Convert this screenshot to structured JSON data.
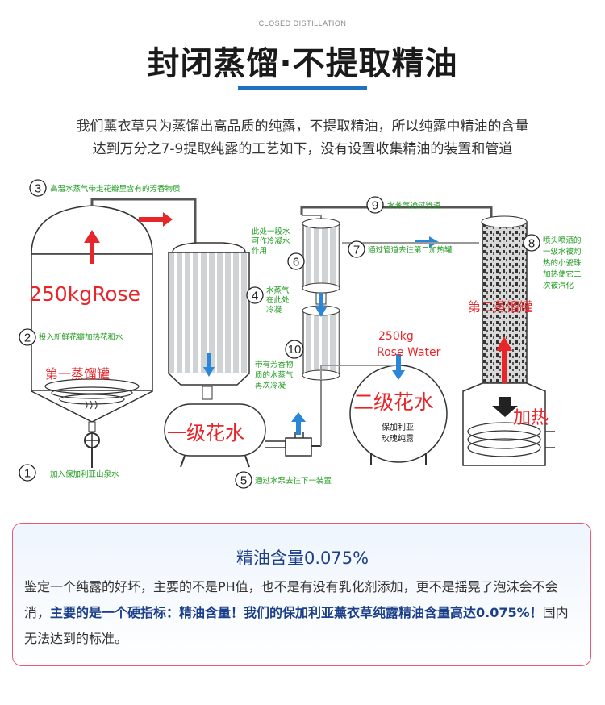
{
  "header": {
    "subtitle_en": "CLOSED DISTILLATION",
    "title": "封闭蒸馏·不提取精油",
    "intro_line1": "我们薰衣草只为蒸馏出高品质的纯露，不提取精油，所以纯露中精油的含量",
    "intro_line2": "达到万分之7-9提取纯露的工艺如下，没有设置收集精油的装置和管道"
  },
  "diagram": {
    "steps": [
      {
        "num": "1",
        "text": "加入保加利亚山泉水"
      },
      {
        "num": "2",
        "text": "投入新鲜花瓣加热花和水"
      },
      {
        "num": "3",
        "text": "高温水蒸气带走花瓣里含有的芳香物质"
      },
      {
        "num": "4",
        "text_lines": [
          "水蒸气",
          "在此处",
          "冷凝"
        ]
      },
      {
        "num": "5",
        "text": "通过水泵去往下一装置"
      },
      {
        "num": "6",
        "text_lines": [
          "此处一段水",
          "可作冷凝水",
          "作用"
        ]
      },
      {
        "num": "7",
        "text": "通过管道去往第二加热罐"
      },
      {
        "num": "8",
        "text_lines": [
          "喷头喷洒的",
          "一级水被灼",
          "热的小瓷珠",
          "加热使它二",
          "次被汽化"
        ]
      },
      {
        "num": "9",
        "text": "水蒸气通过管道"
      },
      {
        "num": "10",
        "text_lines": [
          "带有芳香物",
          "质的水蒸气",
          "再次冷凝"
        ]
      }
    ],
    "labels": {
      "rose_input": "250kgRose",
      "tank1": "第一蒸馏罐",
      "water1": "一级花水",
      "rose_water_kg": "250kg",
      "rose_water": "Rose Water",
      "water2": "二级花水",
      "water2_desc_line1": "保加利亚",
      "water2_desc_line2": "玫瑰纯露",
      "tank2": "第二蒸馏罐",
      "heating": "加热"
    }
  },
  "card": {
    "title": "精油含量0.075%",
    "body_normal": "鉴定一个纯露的好坏，主要的不是PH值，也不是有没有乳化剂添加，更不是摇晃了泡沫会不会消，",
    "body_highlight": "主要的是一个硬指标：精油含量！我们的保加利亚薰衣草纯露精油含量高达0.075%！",
    "body_end": "国内无法达到的标准。"
  },
  "colors": {
    "accent": "#1e73be",
    "title_blue": "#1c3f8a",
    "green": "#1e9a1e",
    "red": "#e8262a",
    "border": "#e85a74"
  }
}
